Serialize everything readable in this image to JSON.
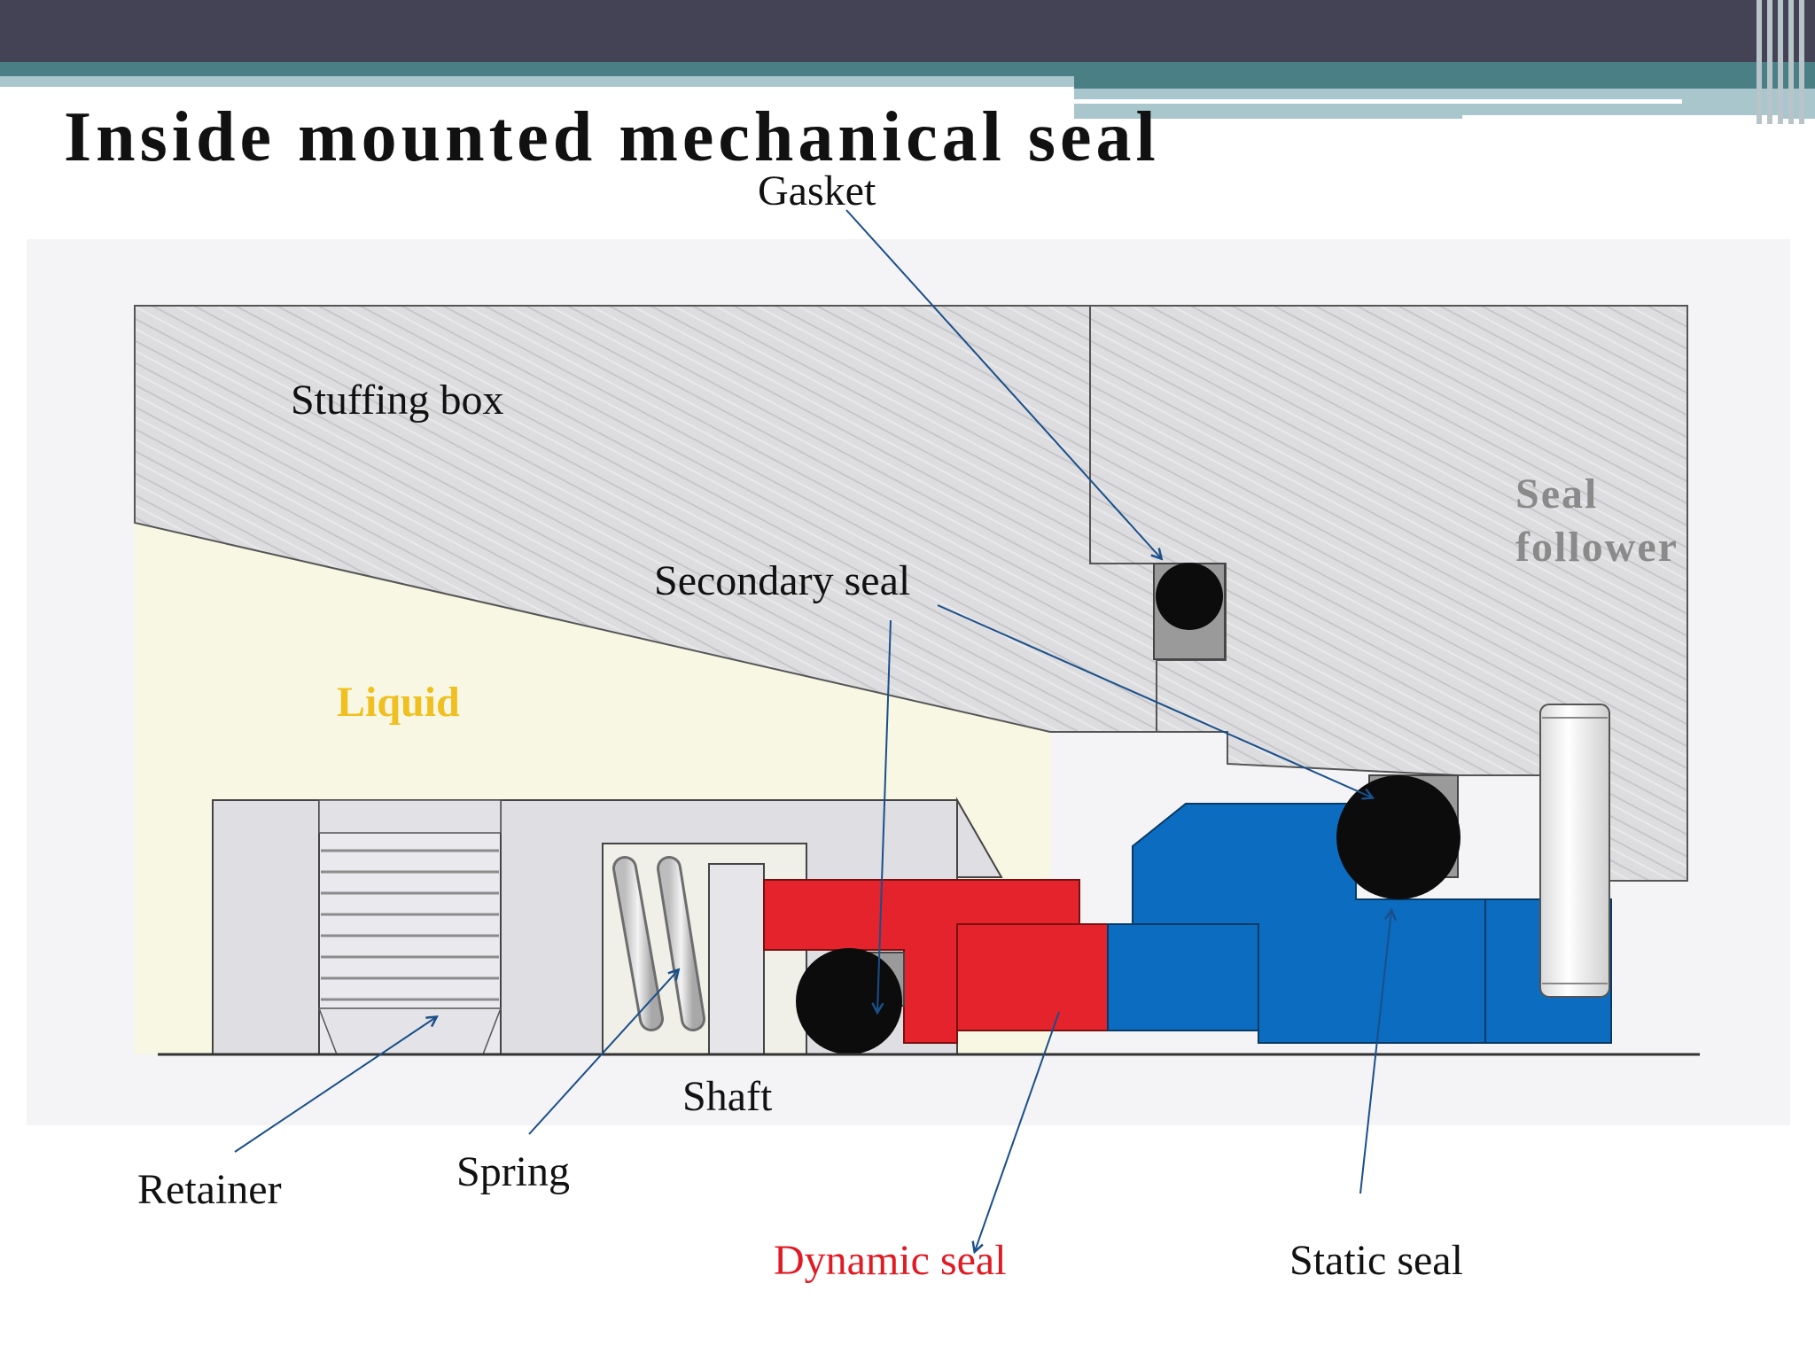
{
  "slide": {
    "title": "Inside mounted mechanical seal"
  },
  "labels": {
    "gasket": "Gasket",
    "stuffing_box": "Stuffing box",
    "seal_follower": "Seal follower",
    "secondary_seal": "Secondary seal",
    "liquid": "Liquid",
    "shaft": "Shaft",
    "retainer": "Retainer",
    "spring": "Spring",
    "dynamic_seal": "Dynamic seal",
    "static_seal": "Static seal"
  },
  "colors": {
    "header_bar": "#434355",
    "accent_teal": "#4b7f86",
    "accent_light": "#a9c6cc",
    "housing_gray": "#dcdcde",
    "liquid_bg": "#f7f7e4",
    "seal_red": "#e5232c",
    "seal_blue": "#0b6cc0",
    "oring_black": "#0c0c0c",
    "leader_line": "#1a4f8a",
    "liquid_text": "#f0c020",
    "seal_follower_text": "#8a8a8a",
    "dynamic_seal_text": "#e01b24"
  }
}
